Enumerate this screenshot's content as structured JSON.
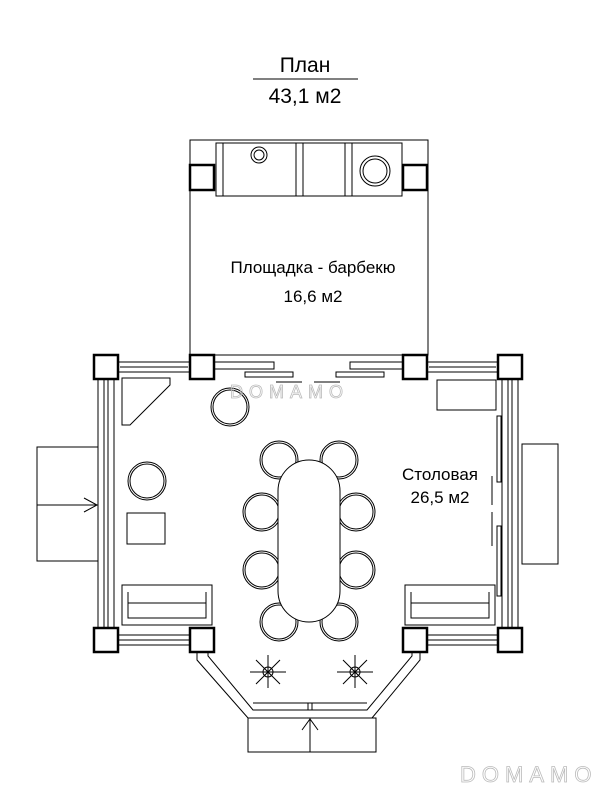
{
  "plan": {
    "title": "План",
    "total_area": "43,1 м2"
  },
  "rooms": [
    {
      "name": "Площадка - барбекю",
      "area": "16,6 м2"
    },
    {
      "name": "Столовая",
      "area": "26,5 м2"
    }
  ],
  "watermark": "DOMAMO"
}
